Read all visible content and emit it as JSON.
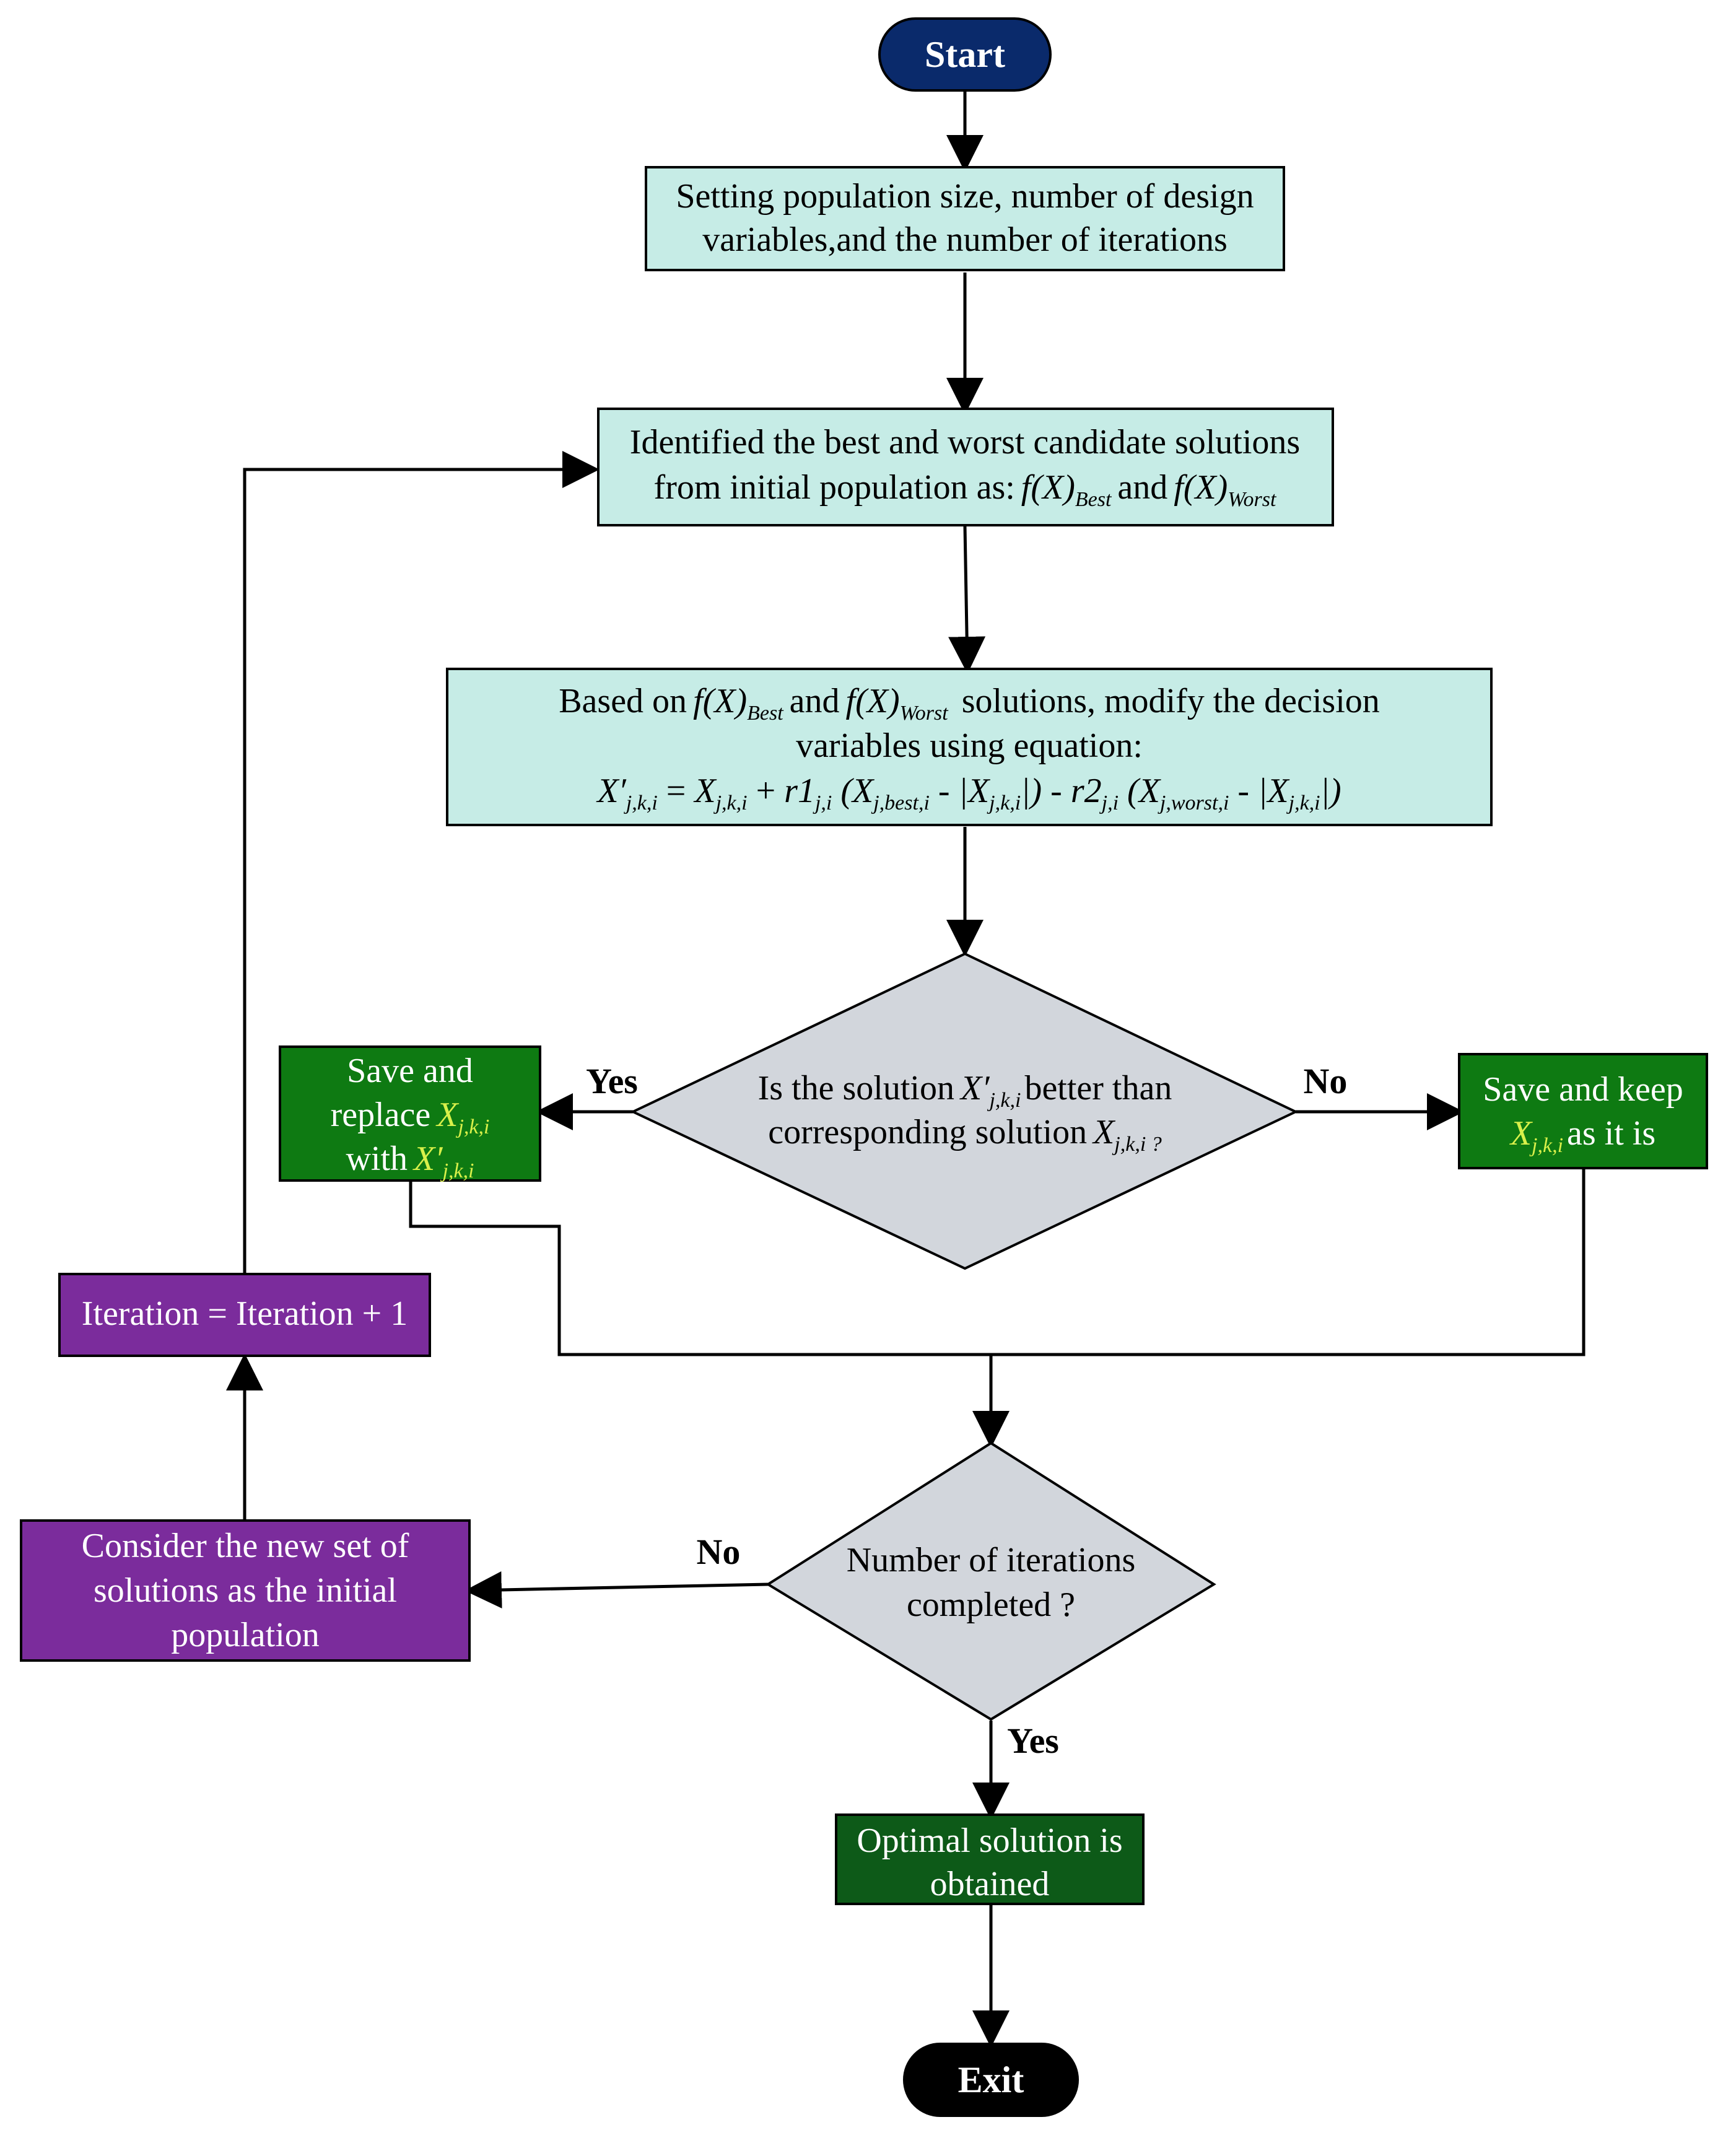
{
  "colors": {
    "terminal_start": "#0a2a6b",
    "terminal_exit": "#000000",
    "process_fill": "#c6ece6",
    "decision_fill": "#d2d6dc",
    "green_fill": "#0e7a12",
    "dark_green_fill": "#0d5a18",
    "purple_fill": "#7b2c9c",
    "green_text_accent": "#d8f04a"
  },
  "nodes": {
    "start": {
      "label": "Start"
    },
    "setup": {
      "lines": [
        "Setting population size, number of design",
        "variables,and the number of iterations"
      ]
    },
    "identify": {
      "line1": "Identified the best and worst candidate solutions",
      "line2_text": "from initial population as:",
      "fx": "f(X)",
      "best_sub": "Best",
      "and": "and",
      "worst_sub": "Worst"
    },
    "modify": {
      "line1_prefix": "Based on",
      "fx": "f(X)",
      "best_sub": "Best",
      "and": "and",
      "worst_sub": "Worst",
      "line1_suffix": "solutions, modify the decision",
      "line2": "variables using equation:",
      "equation": {
        "lhs": "X′",
        "lhs_sub": "j,k,i",
        "eq": " = ",
        "x": "X",
        "x_sub": "j,k,i",
        "plus": " + ",
        "r1": "r1",
        "r1_sub": "j,i",
        "open1": " (X",
        "best_sub": "j,best,i",
        "minus_abs1": " - |X",
        "abs1_sub": "j,k,i",
        "close1": "|) - ",
        "r2": "r2",
        "r2_sub": "j,i",
        "open2": " (X",
        "worst_sub": "j,worst,i",
        "minus_abs2": " - |X",
        "abs2_sub": "j,k,i",
        "close2": "|)"
      }
    },
    "decision1": {
      "line1_prefix": "Is the solution",
      "var1": "X′",
      "var1_sub": "j,k,i",
      "line1_suffix": "better than",
      "line2_prefix": "corresponding solution",
      "var2": "X",
      "var2_sub": "j,k,i ?"
    },
    "save_replace": {
      "line1": "Save and",
      "line2_prefix": "replace",
      "var1": "X",
      "var1_sub": "j,k,i",
      "line3_prefix": "with",
      "var2": "X′",
      "var2_sub": "j,k,i"
    },
    "save_keep": {
      "line1": "Save and keep",
      "var": "X",
      "var_sub": "j,k,i",
      "line2_suffix": "as it is"
    },
    "iteration": {
      "label": "Iteration = Iteration + 1"
    },
    "decision2": {
      "lines": [
        "Number of iterations",
        "completed ?"
      ]
    },
    "consider": {
      "lines": [
        "Consider the new set of",
        "solutions as the initial",
        "population"
      ]
    },
    "optimal": {
      "lines": [
        "Optimal solution is",
        "obtained"
      ]
    },
    "exit": {
      "label": "Exit"
    }
  },
  "edge_labels": {
    "yes1": "Yes",
    "no1": "No",
    "no2": "No",
    "yes2": "Yes"
  }
}
